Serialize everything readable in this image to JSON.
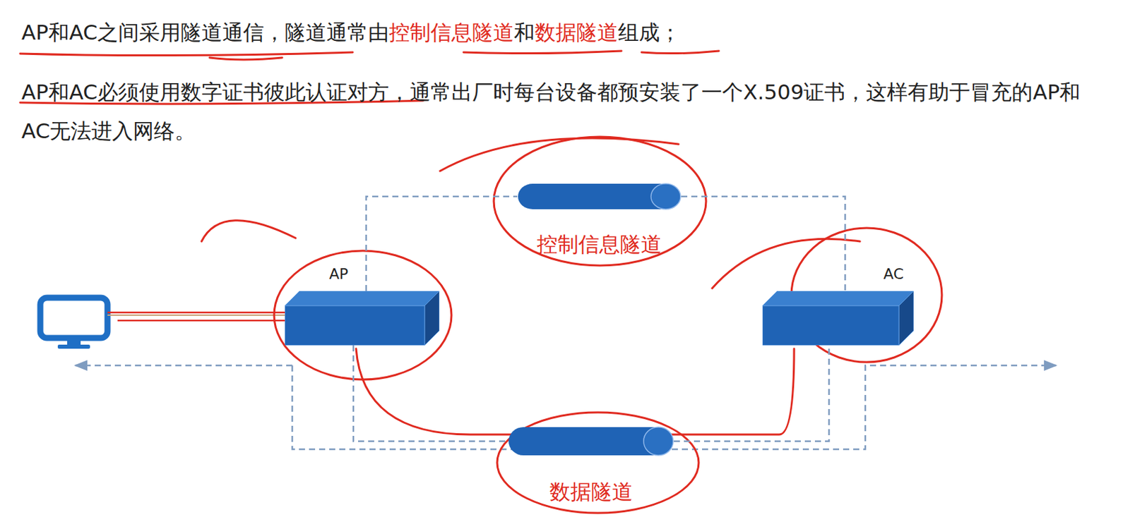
{
  "diagram": {
    "nodes": [
      {
        "text": [
          "AP"
        ]
      },
      {
        "text": [
          "控制信息隧道"
        ]
      },
      {
        "text": [
          "数据隧道"
        ]
      },
      {
        "text": [
          "AC"
        ]
      }
    ],
    "edges": [
      {
        "from": 0,
        "to": 1,
        "arrow": "none"
      },
      {
        "from": 1,
        "to": 3,
        "arrow": "none"
      },
      {
        "from": 0,
        "to": 2,
        "arrow": "none"
      },
      {
        "from": 2,
        "to": 3,
        "arrow": "none"
      }
    ],
    "labels": [
      "AP和AC之间采用隧道通信，隧道通常由",
      "控制信息隧道",
      "和",
      "数据隧道",
      "组成；",
      "AP和AC必须使用数字证书彼此认证对方，通常出厂时每台设备都预安装了一个X.509证书，这样有助于冒充的AP和AC无法进入网络。"
    ]
  }
}
